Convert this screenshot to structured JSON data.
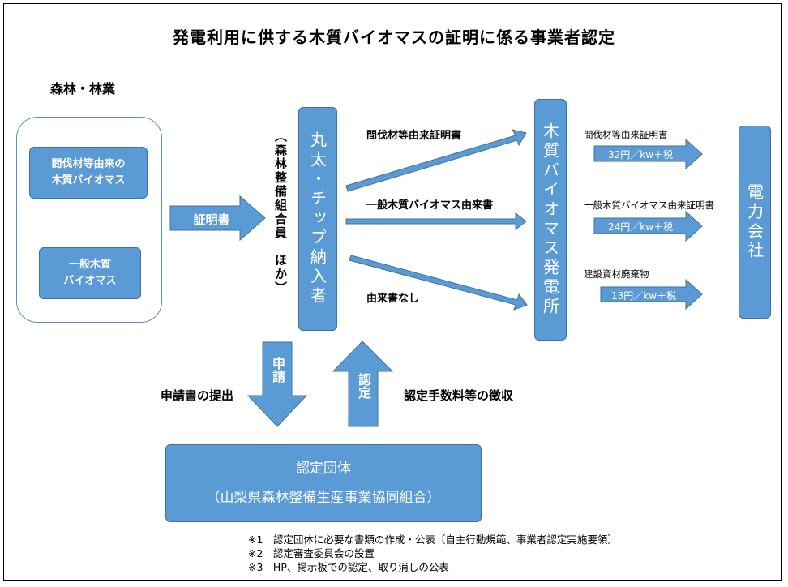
{
  "title": "発電利用に供する木質バイオマスの証明に係る事業者認定",
  "section_label": "森林・林業",
  "boxes": {
    "thinned_wood": [
      "間伐材等由来の",
      "木質バイオマス"
    ],
    "general_wood": [
      "一般木質",
      "バイオマス"
    ],
    "supplier": "丸太・チップ納入者",
    "supplier_note": "（森林整備組合員　ほか）",
    "power_plant": "木質バイオマス発電所",
    "power_company": "電力会社",
    "cert_body": "認定団体",
    "cert_body_name": "（山梨県森林整備生産事業協同組合）"
  },
  "arrows": {
    "certificate": "証明書",
    "to_plant_1": "間伐材等由来証明書",
    "to_plant_2": "一般木質バイオマス由来書",
    "to_plant_3": "由来書なし",
    "apply": "申請",
    "certify": "認定"
  },
  "prices": [
    {
      "label": "間伐材等由来証明書",
      "value": "32円／kw＋税"
    },
    {
      "label": "一般木質バイオマス由来証明書",
      "value": "24円／kw＋税"
    },
    {
      "label": "建設資材廃棄物",
      "value": "13円／kw＋税"
    }
  ],
  "side_labels": {
    "application": "申請書の提出",
    "fee": "認定手数料等の徴収"
  },
  "notes": [
    "※1　認定団体に必要な書類の作成・公表〔自主行動規範、事業者認定実施要領〕",
    "※2　認定審査委員会の設置",
    "※3　HP、掲示板での認定、取り消しの公表"
  ],
  "colors": {
    "box_fill": "#5b9bd5",
    "box_border": "#41719c",
    "outer_border": "#5b8fc8"
  }
}
